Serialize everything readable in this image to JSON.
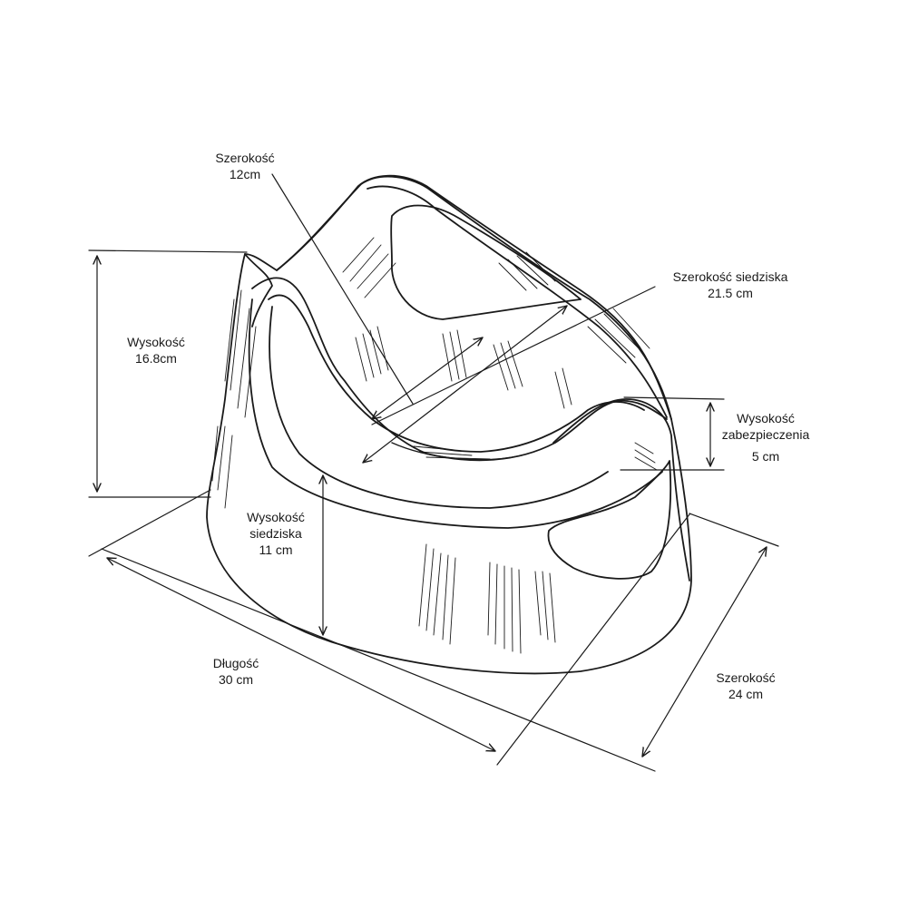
{
  "dimensions": {
    "top_width": {
      "label": "Szerokość",
      "value": "12cm"
    },
    "total_height": {
      "label": "Wysokość",
      "value": "16.8cm"
    },
    "seat_width": {
      "label": "Szerokość siedziska",
      "value": "21.5 cm"
    },
    "guard_height": {
      "line1": "Wysokość",
      "line2": "zabezpieczenia",
      "value": "5 cm"
    },
    "seat_height": {
      "line1": "Wysokość",
      "line2": "siedziska",
      "value": "11 cm"
    },
    "length": {
      "label": "Długość",
      "value": "30 cm"
    },
    "base_width": {
      "label": "Szerokość",
      "value": "24 cm"
    }
  },
  "colors": {
    "line": "#1a1a1a",
    "background": "#ffffff"
  }
}
